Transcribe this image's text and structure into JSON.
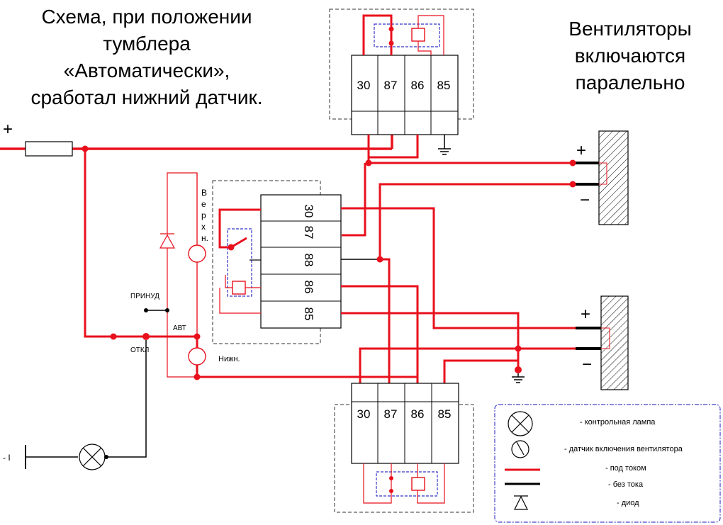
{
  "title": {
    "lines": [
      "Схема, при положении",
      "тумблера",
      "«Автоматически»,",
      "сработал нижний датчик."
    ]
  },
  "note": {
    "lines": [
      "Вентиляторы",
      "включаются",
      "паралельно"
    ]
  },
  "colors": {
    "live": "#e8101c",
    "dead": "#000000",
    "frame": "#555555",
    "coil": "#3333cc",
    "legend_border": "#4444cc"
  },
  "supply": {
    "plus": "+",
    "minus": "- I"
  },
  "relay_top": {
    "pins": [
      "30",
      "87",
      "86",
      "85"
    ]
  },
  "relay_mid": {
    "pins": [
      "30",
      "87",
      "88",
      "86",
      "85"
    ]
  },
  "relay_bottom": {
    "pins": [
      "30",
      "87",
      "86",
      "85"
    ]
  },
  "switch": {
    "force": "ПРИНУД",
    "auto": "АВТ",
    "off": "ОТКЛ"
  },
  "sensors": {
    "upper": [
      "В",
      "е",
      "р",
      "х",
      "н."
    ],
    "lower": "Нижн."
  },
  "fan_top": {
    "plus": "+",
    "minus": "−"
  },
  "fan_bottom": {
    "plus": "+",
    "minus": "−"
  },
  "legend": {
    "items": [
      {
        "icon": "lamp-icon",
        "text": "- контрольная лампа"
      },
      {
        "icon": "sensor-icon",
        "text": "- датчик включения вентилятора"
      },
      {
        "icon": "live-wire-icon",
        "text": "- под током"
      },
      {
        "icon": "dead-wire-icon",
        "text": "- без тока"
      },
      {
        "icon": "diode-icon",
        "text": "- диод"
      }
    ]
  }
}
